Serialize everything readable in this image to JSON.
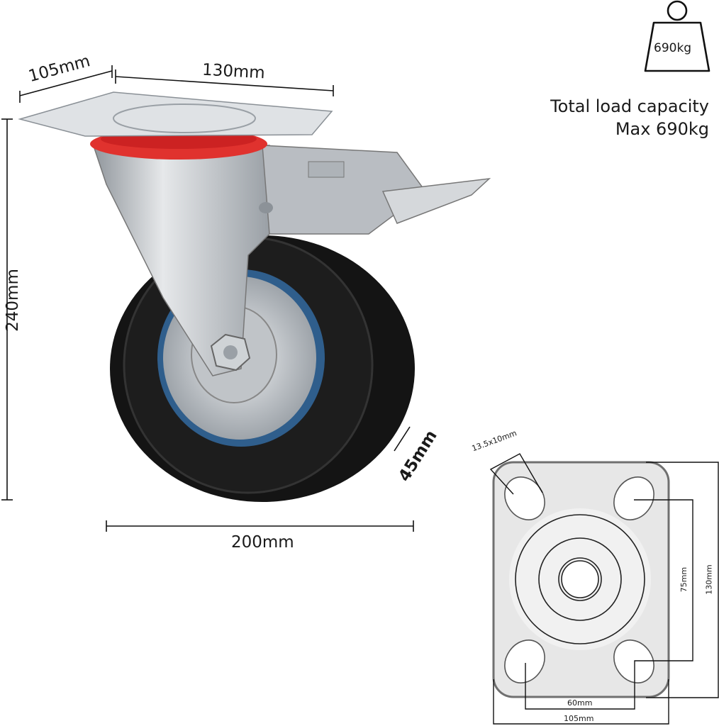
{
  "weight_icon": {
    "label": "690kg"
  },
  "capacity": {
    "line1": "Total load capacity",
    "line2": "Max 690kg"
  },
  "caster_dimensions": {
    "plate_depth": "105mm",
    "plate_width": "130mm",
    "total_height": "240mm",
    "wheel_diameter": "200mm",
    "wheel_width": "45mm"
  },
  "plate_diagram": {
    "hole_size": "13.5x10mm",
    "hole_spacing_vertical": "75mm",
    "plate_length": "130mm",
    "hole_spacing_horizontal": "60mm",
    "plate_width": "105mm"
  },
  "colors": {
    "ring": "#e0322e",
    "tire": "#141414",
    "metal": "#c9ccd0",
    "rim_blue": "#3c6e9c"
  }
}
